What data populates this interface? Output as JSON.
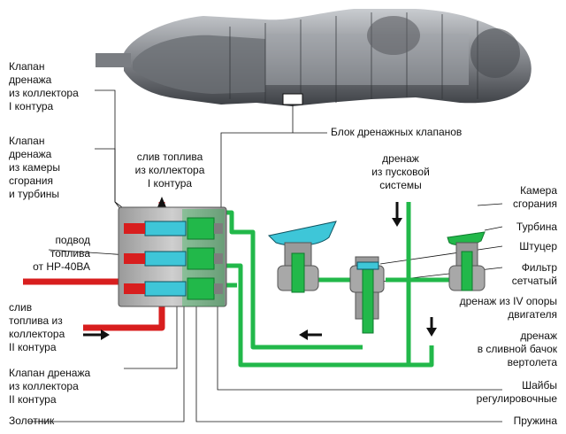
{
  "labels": {
    "valve_collector_1": "Клапан\nдренажа\nиз коллектора\nI контура",
    "valve_chamber": "Клапан\nдренажа\nиз камеры\nсгорания\nи турбины",
    "supply": "подвод\nтоплива\nот НР-40ВА",
    "drain_collector_2": "слив\nтоплива из\nколлектора\nII контура",
    "valve_collector_2": "Клапан дренажа\nиз коллектора\nII контура",
    "spool": "Золотник",
    "drain_collector_1": "слив топлива\nиз коллектора\nI контура",
    "block": "Блок дренажных клапанов",
    "drain_start": "дренаж\nиз пусковой\nсистемы",
    "combustion_chamber": "Камера\nсгорания",
    "turbine": "Турбина",
    "fitting": "Штуцер",
    "filter": "Фильтр\nсетчатый",
    "drain_support": "дренаж из IV опоры\nдвигателя",
    "drain_tank": "дренаж\nв сливной бачок\nвертолета",
    "washers": "Шайбы\nрегулировочные",
    "spring": "Пружина"
  },
  "colors": {
    "fuel_red": "#d81e1e",
    "drain_green": "#22b84a",
    "green_dark": "#0e7a2c",
    "cyan": "#3ec6d8",
    "block_grey": "#b4b4b4",
    "engine_grey": "#8c8f94"
  }
}
